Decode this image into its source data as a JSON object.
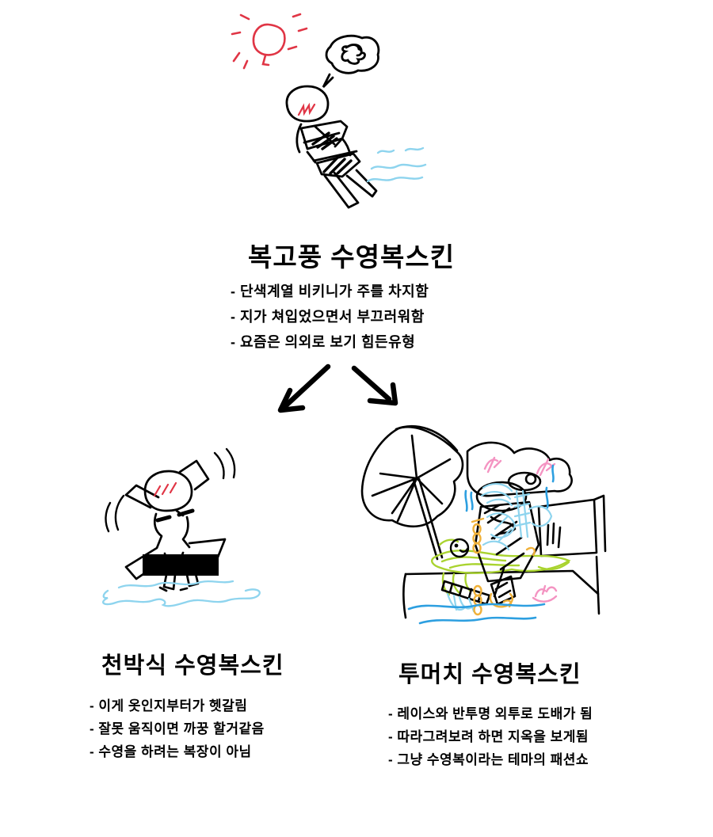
{
  "page": {
    "background": "#ffffff"
  },
  "colors": {
    "ink": "#000000",
    "blush_red": "#e03545",
    "wave_light_blue": "#8ed4ee",
    "sea_blue": "#2d9fe0",
    "drape_green": "#a9d32f",
    "chain_orange": "#f0b13a",
    "flower_pink": "#f494c2",
    "censor_black": "#000000"
  },
  "sections": {
    "retro": {
      "title": "복고풍 수영복스킨",
      "bullets": [
        "- 단색계열 비키니가 주를 차지함",
        "- 지가 쳐입었으면서 부끄러워함",
        "- 요즘은 의외로 보기 힘든유형"
      ]
    },
    "vulgar": {
      "title": "천박식 수영복스킨",
      "bullets": [
        "- 이게 옷인지부터가 헷갈림",
        "- 잘못 움직이면 까꿍 할거같음",
        "- 수영을 하려는 복장이 아님"
      ]
    },
    "toomuch": {
      "title": "투머치 수영복스킨",
      "bullets": [
        "- 레이스와 반투명 외투로 도배가 됨",
        "- 따라그려보려 하면 지옥을 보게됨",
        "- 그냥 수영복이라는 테마의 패션쇼"
      ]
    }
  },
  "drawings": {
    "retro_sketch": [
      "sun-icon",
      "frustrated-speech-bubble-icon",
      "blushing-figure-crossed-arms",
      "striped-bikini",
      "water-waves"
    ],
    "vulgar_sketch": [
      "blushing-figure-arms-up",
      "motion-lines",
      "censor-bar",
      "water-puddle"
    ],
    "toomuch_sketch": [
      "parasol-icon",
      "lounge-bed",
      "overdressed-figure",
      "lace-scribbles",
      "chain-accessories",
      "flower-sprigs",
      "water-lines"
    ]
  }
}
